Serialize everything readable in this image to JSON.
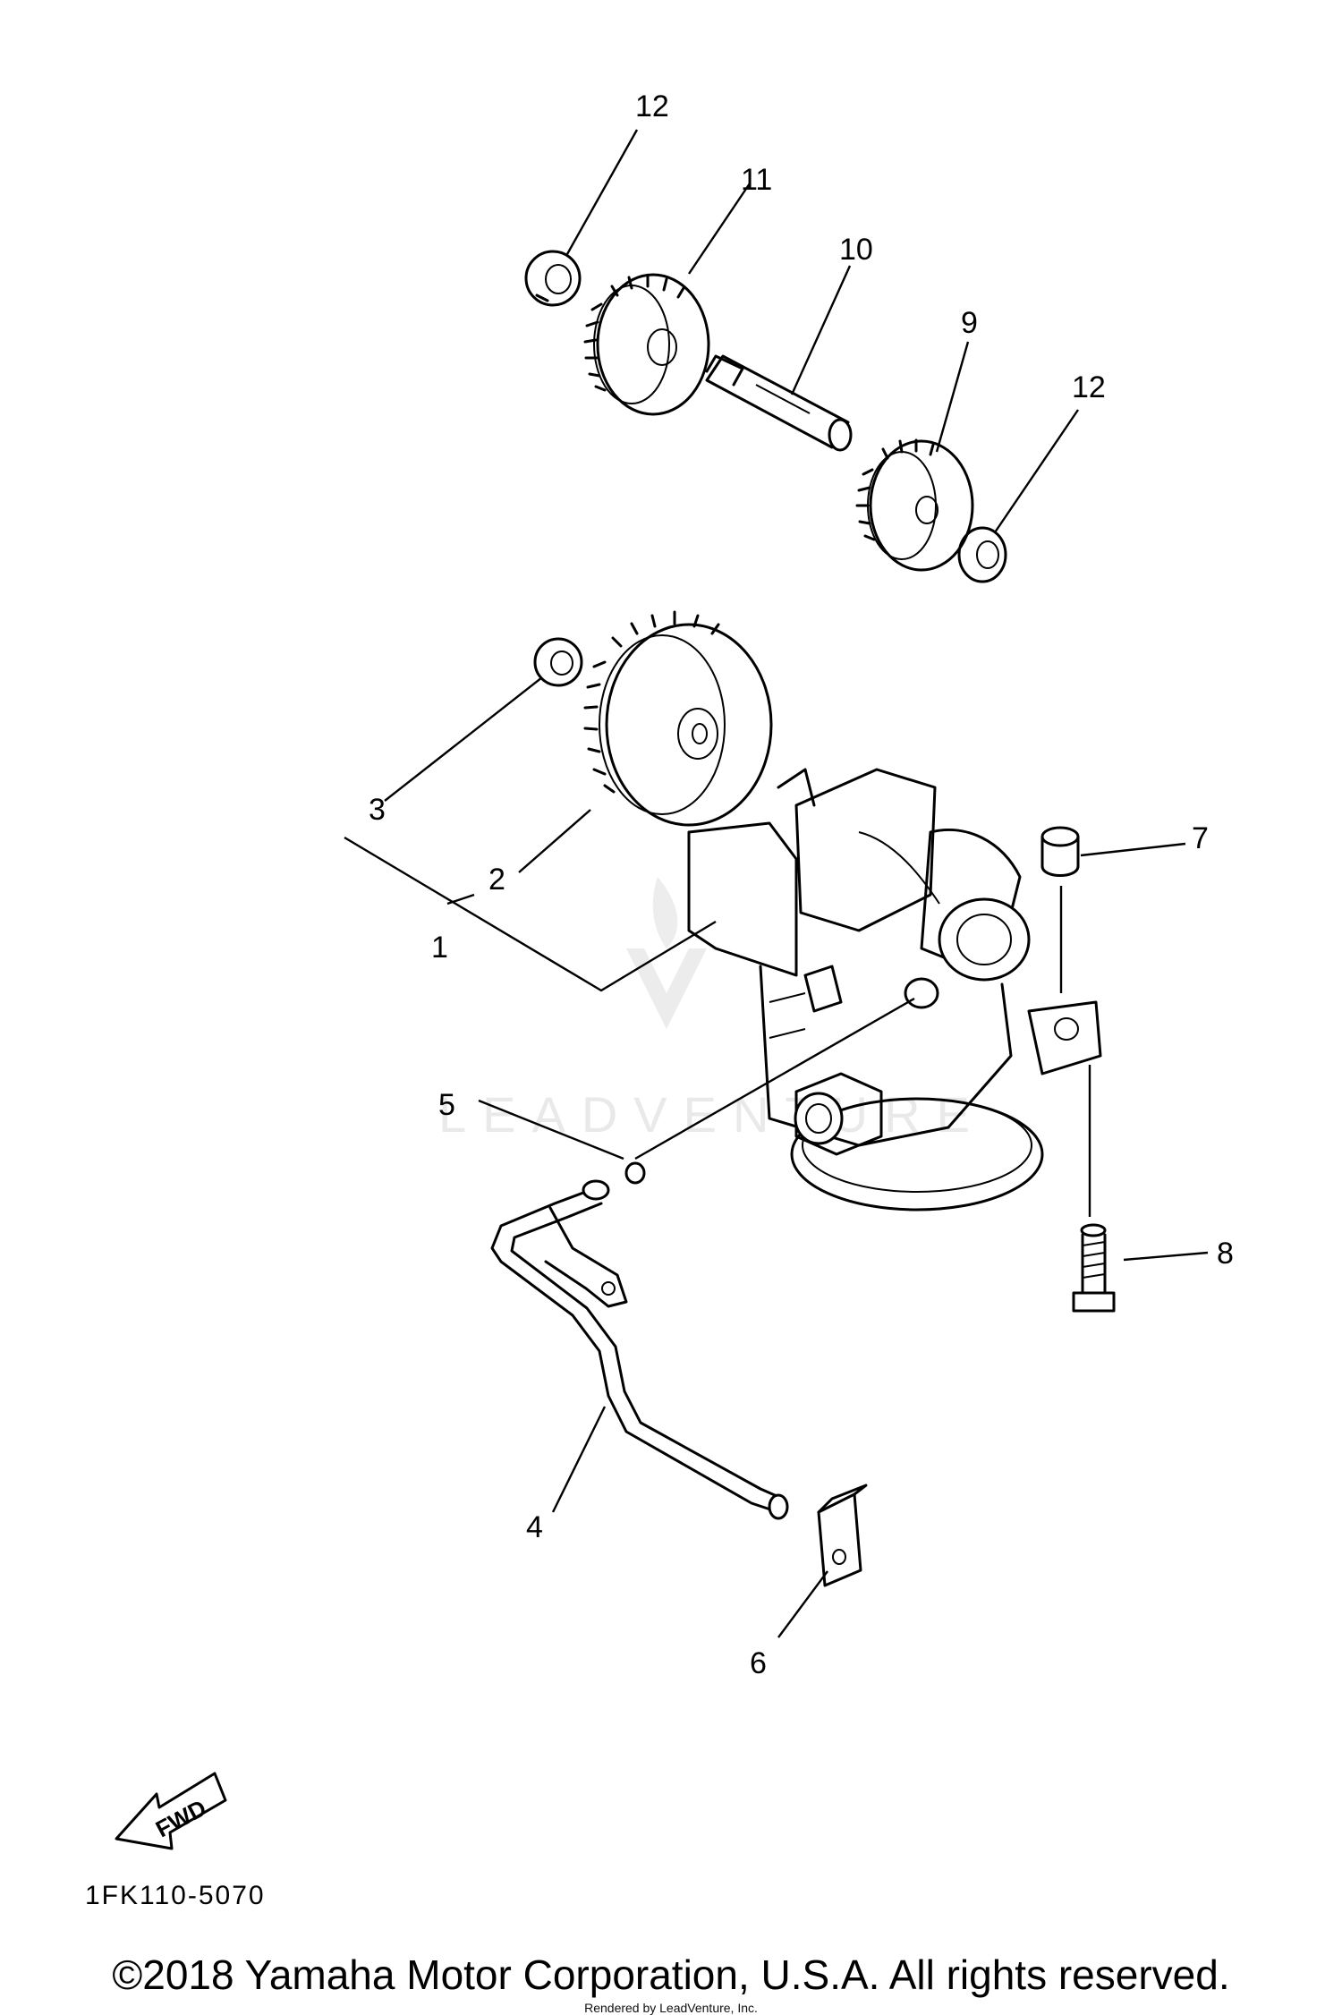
{
  "diagram": {
    "callouts": [
      {
        "id": "12a",
        "label": "12"
      },
      {
        "id": "11",
        "label": "11"
      },
      {
        "id": "10",
        "label": "10"
      },
      {
        "id": "9",
        "label": "9"
      },
      {
        "id": "12b",
        "label": "12"
      },
      {
        "id": "3",
        "label": "3"
      },
      {
        "id": "2",
        "label": "2"
      },
      {
        "id": "1",
        "label": "1"
      },
      {
        "id": "7",
        "label": "7"
      },
      {
        "id": "5",
        "label": "5"
      },
      {
        "id": "8",
        "label": "8"
      },
      {
        "id": "4",
        "label": "4"
      },
      {
        "id": "6",
        "label": "6"
      }
    ],
    "fwd_label": "FWD",
    "drawing_number": "1FK110-5070",
    "watermark": "LEADVENTURE"
  },
  "footer": {
    "copyright": "©2018 Yamaha Motor Corporation, U.S.A. All rights reserved.",
    "rendered_by": "Rendered by LeadVenture, Inc."
  }
}
